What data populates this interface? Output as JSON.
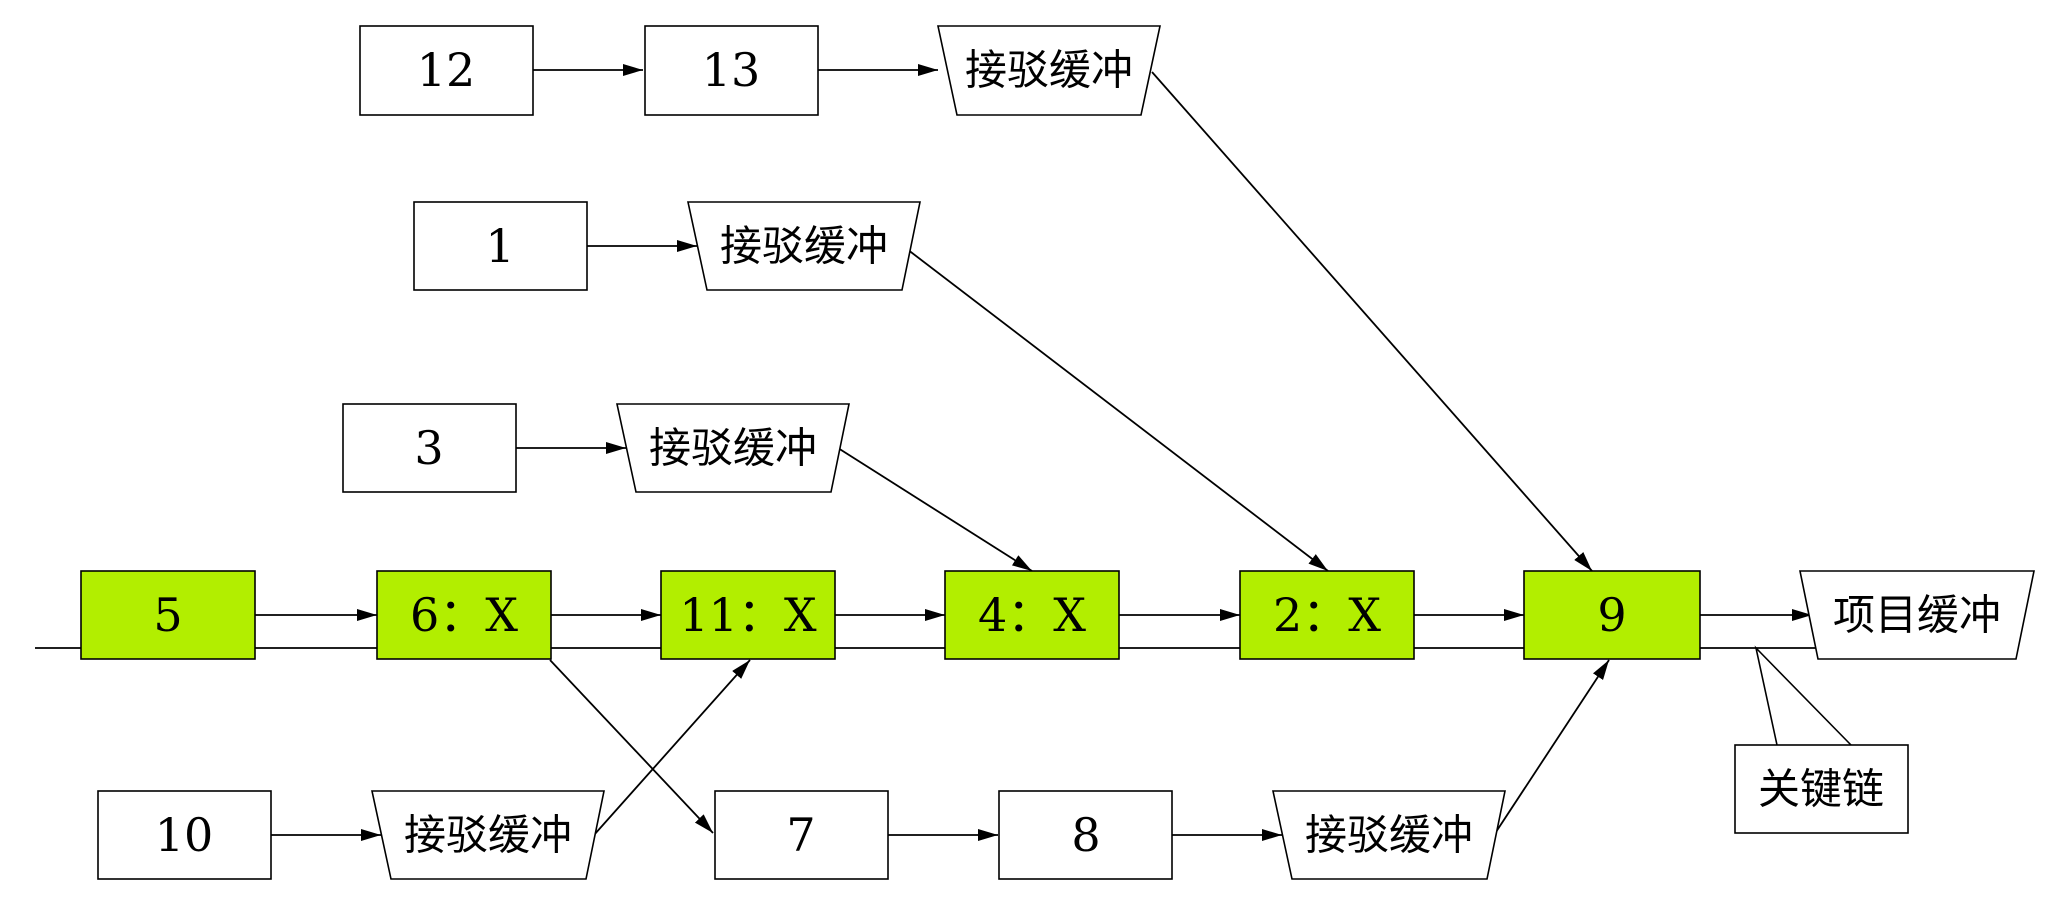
{
  "diagram": {
    "tasks": {
      "n12": "12",
      "n13": "13",
      "n1": "1",
      "n3": "3",
      "n5": "5",
      "n6": "6：X",
      "n11": "11：X",
      "n4": "4：X",
      "n2": "2：X",
      "n9": "9",
      "n10": "10",
      "n7": "7",
      "n8": "8"
    },
    "buffers": {
      "feeding_label": "接驳缓冲",
      "project_label": "项目缓冲"
    },
    "critical_chain_label": "关键链",
    "colors": {
      "critical": "#b2ee00",
      "normal": "#ffffff",
      "stroke": "#000000"
    }
  }
}
